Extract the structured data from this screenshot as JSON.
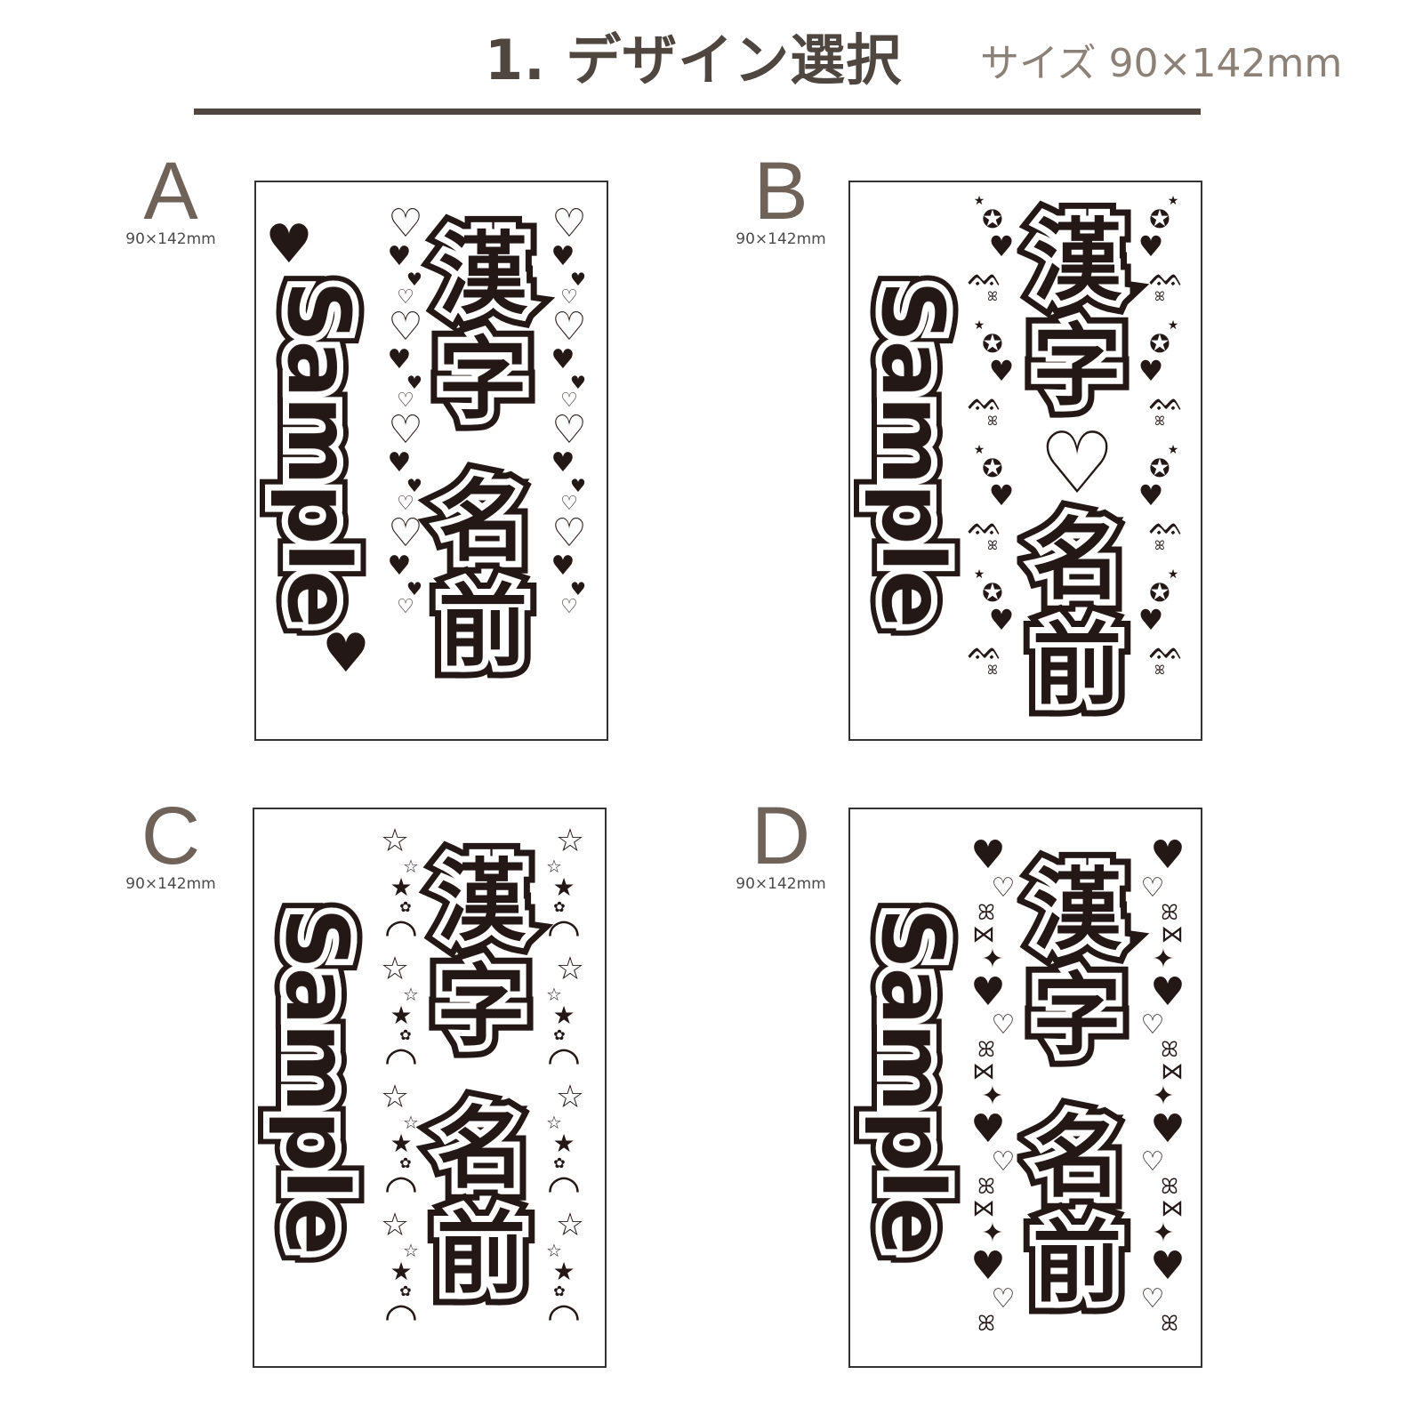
{
  "header": {
    "title": "1. デザイン選択",
    "size_note": "サイズ 90×142mm",
    "colors": {
      "title": "#4f4640",
      "size_note": "#8c8176",
      "rule": "#4f4640"
    }
  },
  "designs": [
    {
      "letter": "A",
      "dimensions": "90×142mm",
      "sample_text": "Sample",
      "kanji_chars": [
        "漢",
        "字",
        "名",
        "前"
      ],
      "decoration_theme": "hearts",
      "decorations": [
        "heart-outline",
        "heart-filled",
        "heart-small-filled",
        "heart-tiny-outline"
      ]
    },
    {
      "letter": "B",
      "dimensions": "90×142mm",
      "sample_text": "Sample",
      "kanji_chars": [
        "漢",
        "字",
        "♡",
        "名",
        "前"
      ],
      "decoration_theme": "candy-angel-wings",
      "decorations": [
        "star",
        "candy",
        "heart-filled",
        "angel-wing",
        "ribbon",
        "bubble",
        "sparkle"
      ]
    },
    {
      "letter": "C",
      "dimensions": "90×142mm",
      "sample_text": "Sample",
      "kanji_chars": [
        "漢",
        "字",
        "名",
        "前"
      ],
      "decoration_theme": "stars-rainbows",
      "decorations": [
        "star-outline",
        "star-filled",
        "rainbow",
        "flower",
        "sparkle-outline"
      ]
    },
    {
      "letter": "D",
      "dimensions": "90×142mm",
      "sample_text": "Sample",
      "kanji_chars": [
        "漢",
        "字",
        "名",
        "前"
      ],
      "decoration_theme": "hearts-bows",
      "decorations": [
        "heart-glossy",
        "heart-outline",
        "bow",
        "ribbon",
        "sparkle",
        "dot"
      ]
    }
  ],
  "glyphs": {
    "heart_outline": "♡",
    "heart_filled": "♥",
    "star_outline": "☆",
    "star_filled": "★",
    "sparkle": "✦",
    "flower": "✿",
    "bubble": "○",
    "dot": "●",
    "ribbon": "ꕤ",
    "bow": "⋈",
    "rainbow": "◠",
    "wing": "ᨐ",
    "candy": "✪"
  }
}
